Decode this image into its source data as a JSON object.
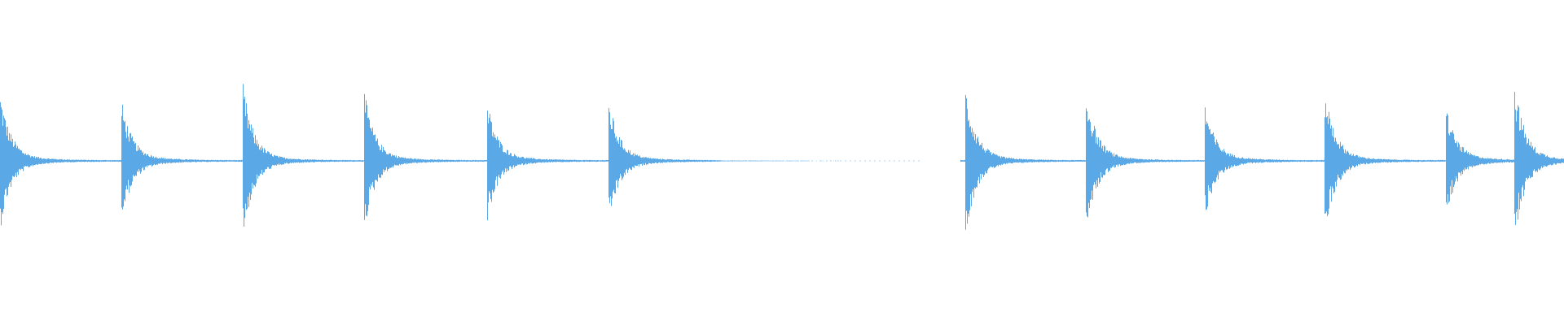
{
  "waveform": {
    "color": "#5aa9e6",
    "background": "#ffffff",
    "transients": [
      {
        "time": 0.0,
        "peak_up": 0.85,
        "peak_down": 0.85
      },
      {
        "time": 0.095,
        "peak_up": 0.75,
        "peak_down": 0.75
      },
      {
        "time": 0.19,
        "peak_up": 0.98,
        "peak_down": 0.98
      },
      {
        "time": 0.285,
        "peak_up": 0.88,
        "peak_down": 0.88
      },
      {
        "time": 0.381,
        "peak_up": 0.78,
        "peak_down": 0.78
      },
      {
        "time": 0.476,
        "peak_up": 0.82,
        "peak_down": 0.82
      },
      {
        "time": 0.756,
        "peak_up": 0.94,
        "peak_down": 0.94
      },
      {
        "time": 0.85,
        "peak_up": 0.95,
        "peak_down": 0.95
      },
      {
        "time": 0.943,
        "peak_up": 0.76,
        "peak_down": 0.76
      },
      {
        "time": 1.037,
        "peak_up": 0.97,
        "peak_down": 0.97
      },
      {
        "time": 1.132,
        "peak_up": 0.72,
        "peak_down": 0.72
      },
      {
        "time": 1.186,
        "peak_up": 1.0,
        "peak_down": 1.0
      }
    ],
    "silence_start": 0.56,
    "silence_end": 0.752,
    "duration": 1.225
  }
}
